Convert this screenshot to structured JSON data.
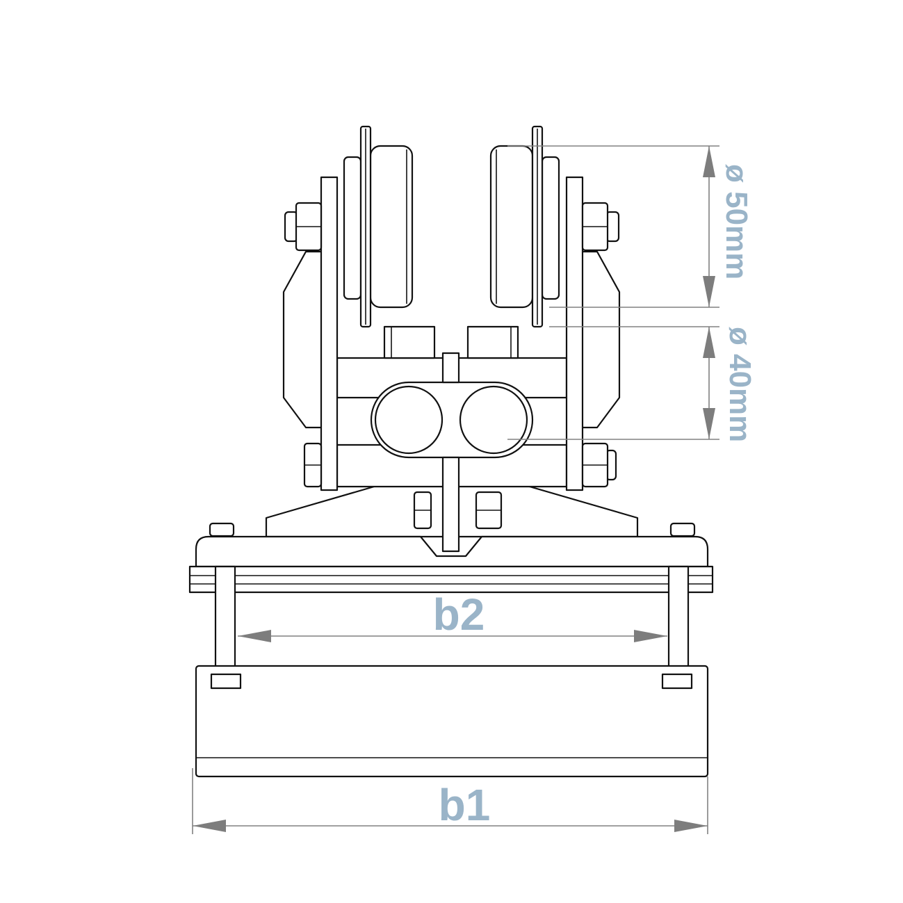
{
  "labels": {
    "wheel_diameter": "ø 50mm",
    "clamp_diameter": "ø 40mm",
    "inner_width": "b2",
    "outer_width": "b1"
  },
  "colors": {
    "label": "#9ab4c8",
    "dimension_line": "#808080",
    "outline": "#111111"
  }
}
